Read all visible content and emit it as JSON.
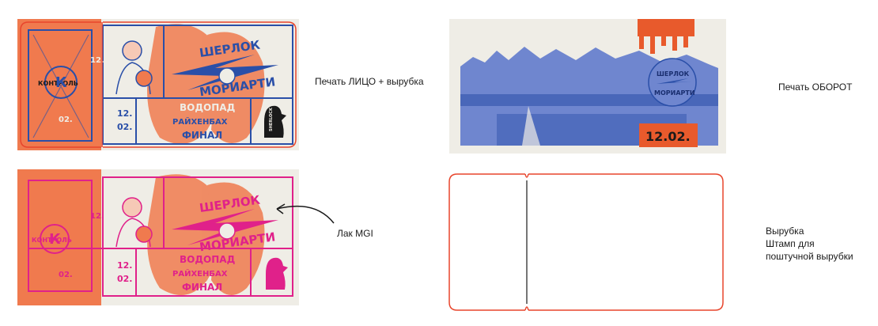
{
  "colors": {
    "orange": "#F07A4E",
    "orange_dark": "#E85A2C",
    "blue": "#2A4FA8",
    "blue_light": "#6F86CF",
    "magenta": "#E0218A",
    "paper": "#EFEDE6",
    "cut_line": "#E8452C",
    "dark": "#1A1A1A"
  },
  "captions": {
    "front_print": "Печать ЛИЦО + вырубка",
    "back_print": "Печать ОБОРОТ",
    "varnish": "Лак MGI",
    "diecut_lines": [
      "Вырубка",
      "Штамп для",
      "поштучной вырубки"
    ]
  },
  "ticket": {
    "stub_number": "12.",
    "stub_control": "КОНТРОЛЬ",
    "stub_letter": "К",
    "stub_date": "02.",
    "title_line1": "ШЕРЛОК",
    "title_line2": "МОРИАРТИ",
    "date_line1": "12.",
    "date_line2": "02.",
    "venue_line1": "ВОДОПАД",
    "venue_line2": "РАЙХЕНБАХ",
    "venue_line3": "ФИНАЛ",
    "mini_label": "SHERLOCK",
    "back_logo_line1": "ШЕРЛОК",
    "back_logo_line2": "МОРИАРТИ",
    "back_date": "12.02."
  },
  "icons": {
    "boxer": "boxer-illustration-icon",
    "fist": "fist-icon",
    "lightning": "lightning-bolt-icon",
    "silhouette": "sherlock-silhouette-icon",
    "glove": "boxing-glove-icon",
    "arrow": "curved-arrow-icon"
  }
}
